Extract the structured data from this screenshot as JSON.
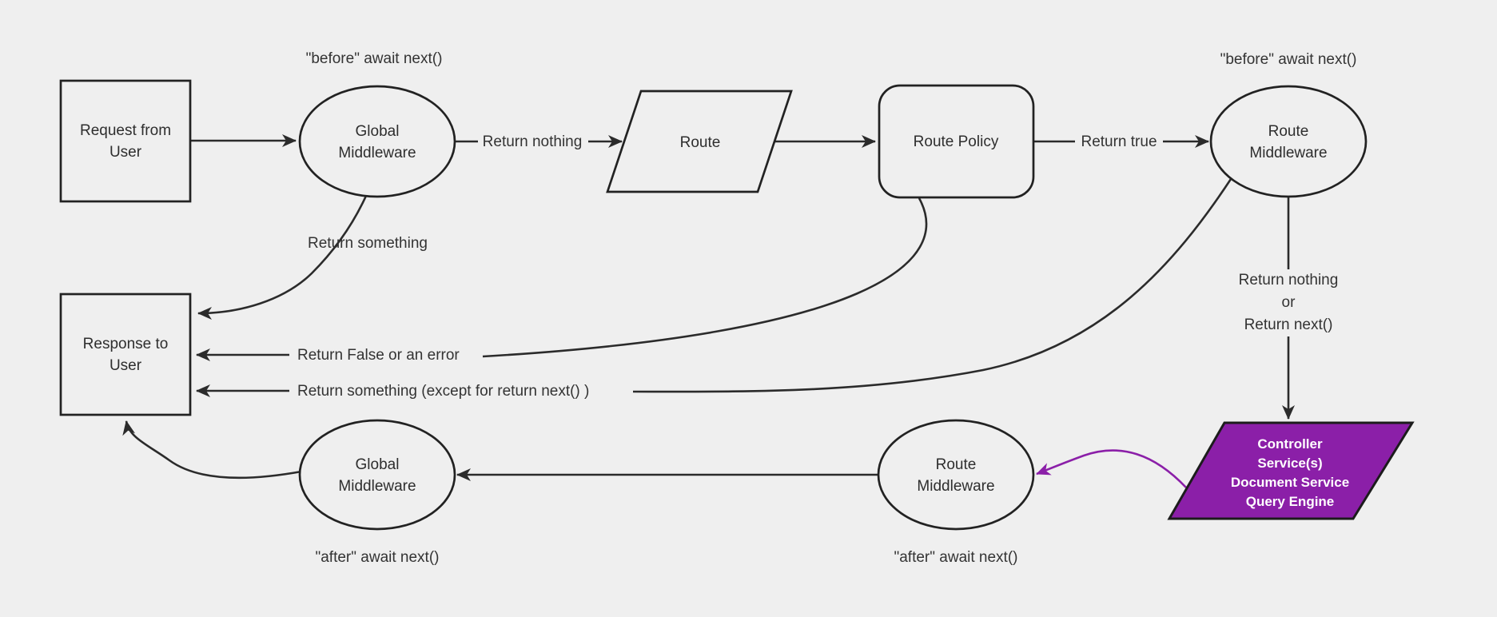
{
  "diagram": {
    "title": "Request / response lifecycle flowchart",
    "colors": {
      "background": "#efefef",
      "line": "#2b2b2b",
      "purple_fill": "#8b1fa8",
      "purple_arrow": "#8b1fa8",
      "node_border": "#222222",
      "text": "#2e2e2e",
      "purple_text": "#ffffff"
    },
    "nodes": {
      "request": {
        "type": "rectangle",
        "lines": [
          "Request from",
          "User"
        ]
      },
      "global_middleware_top": {
        "type": "ellipse",
        "lines": [
          "Global",
          "Middleware"
        ]
      },
      "route": {
        "type": "parallelogram",
        "lines": [
          "Route"
        ]
      },
      "route_policy": {
        "type": "rounded-rectangle",
        "lines": [
          "Route Policy"
        ]
      },
      "route_middleware_top": {
        "type": "ellipse",
        "lines": [
          "Route",
          "Middleware"
        ]
      },
      "controller_services": {
        "type": "parallelogram",
        "lines": [
          "Controller",
          "Service(s)",
          "Document Service",
          "Query Engine"
        ]
      },
      "route_middleware_bottom": {
        "type": "ellipse",
        "lines": [
          "Route",
          "Middleware"
        ]
      },
      "global_middleware_bottom": {
        "type": "ellipse",
        "lines": [
          "Global",
          "Middleware"
        ]
      },
      "response": {
        "type": "rectangle",
        "lines": [
          "Response to",
          "User"
        ]
      }
    },
    "labels": {
      "before_await_left": "\"before\" await next()",
      "before_await_right": "\"before\" await next()",
      "after_await_left": "\"after\" await next()",
      "after_await_mid": "\"after\" await next()",
      "return_nothing": "Return nothing",
      "return_true": "Return true",
      "return_something": "Return something",
      "return_false": "Return False or an error",
      "return_something_except": "Return something (except for return next() )",
      "return_nothing_or": [
        "Return nothing",
        "or",
        "Return next()"
      ]
    }
  }
}
